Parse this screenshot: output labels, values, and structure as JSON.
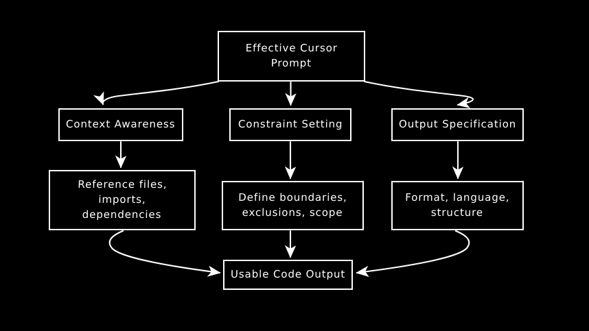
{
  "diagram": {
    "title": "Effective Cursor Prompt",
    "type": "flowchart",
    "background_color": "#000000",
    "stroke_color": "#ffffff",
    "style": "hand-drawn",
    "nodes": {
      "root": {
        "label": "Effective Cursor Prompt"
      },
      "context": {
        "label": "Context Awareness"
      },
      "constraint": {
        "label": "Constraint Setting"
      },
      "output": {
        "label": "Output Specification"
      },
      "context_detail": {
        "label": "Reference files, imports,\ndependencies"
      },
      "constraint_detail": {
        "label": "Define boundaries,\nexclusions, scope"
      },
      "output_detail": {
        "label": "Format, language,\nstructure"
      },
      "result": {
        "label": "Usable Code Output"
      }
    },
    "edges": [
      {
        "from": "root",
        "to": "context",
        "style": "curved"
      },
      {
        "from": "root",
        "to": "constraint",
        "style": "straight"
      },
      {
        "from": "root",
        "to": "output",
        "style": "curved"
      },
      {
        "from": "context",
        "to": "context_detail",
        "style": "straight"
      },
      {
        "from": "constraint",
        "to": "constraint_detail",
        "style": "straight"
      },
      {
        "from": "output",
        "to": "output_detail",
        "style": "straight"
      },
      {
        "from": "context_detail",
        "to": "result",
        "style": "curved"
      },
      {
        "from": "constraint_detail",
        "to": "result",
        "style": "straight"
      },
      {
        "from": "output_detail",
        "to": "result",
        "style": "curved"
      }
    ]
  }
}
